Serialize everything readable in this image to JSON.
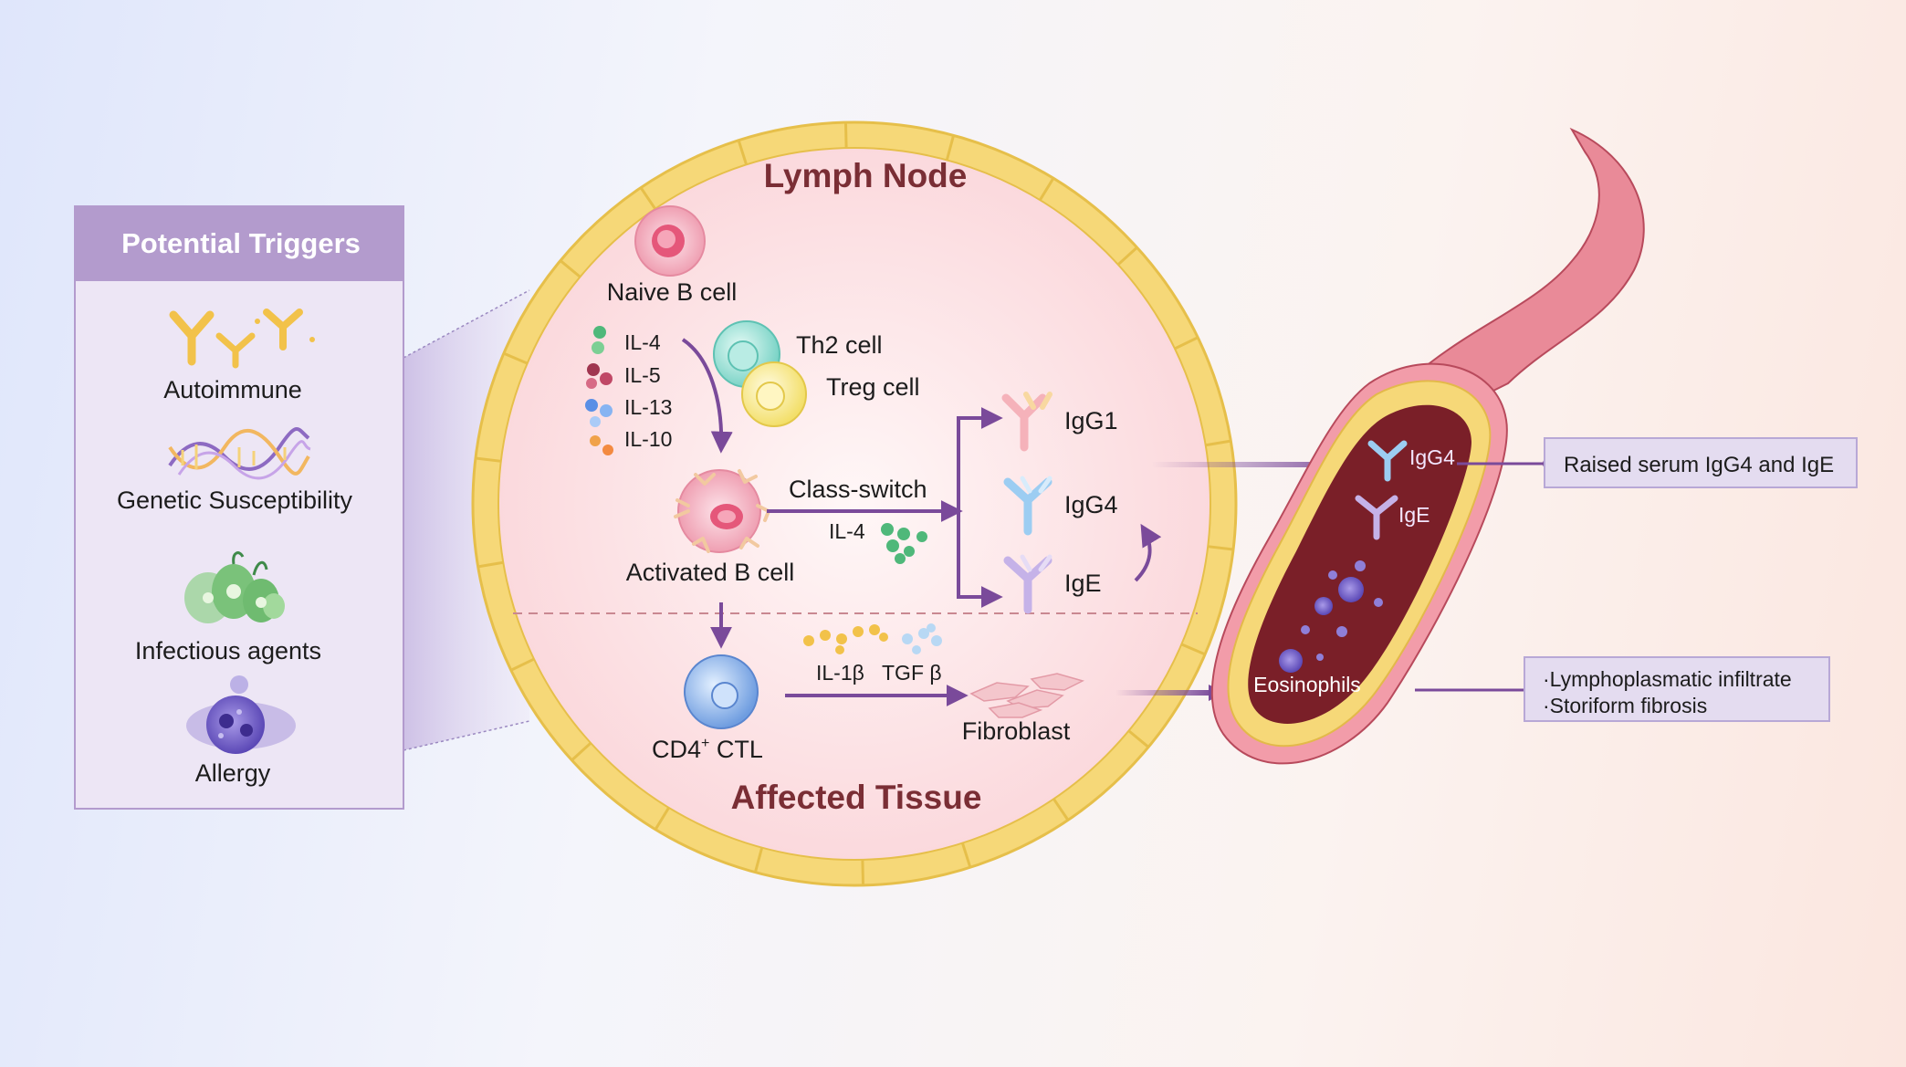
{
  "triggers": {
    "title": "Potential Triggers",
    "items": [
      "Autoimmune",
      "Genetic Susceptibility",
      "Infectious agents",
      "Allergy"
    ]
  },
  "lymph_node": {
    "title": "Lymph Node",
    "bottom_title": "Affected Tissue",
    "naive_b": "Naive B cell",
    "th2": "Th2 cell",
    "treg": "Treg cell",
    "cytokines": [
      "IL-4",
      "IL-5",
      "IL-13",
      "IL-10"
    ],
    "activated_b": "Activated B cell",
    "class_switch": "Class-switch",
    "il4": "IL-4",
    "antibodies": [
      "IgG1",
      "IgG4",
      "IgE"
    ],
    "cd4_base": "CD4",
    "cd4_sup": "+",
    "cd4_rest": " CTL",
    "il1b": "IL-1β",
    "tgfb": "TGF β",
    "fibroblast": "Fibroblast"
  },
  "vessel": {
    "igg4": "IgG4",
    "ige": "IgE",
    "eosinophils": "Eosinophils"
  },
  "outcomes": {
    "serum": "Raised serum IgG4 and IgE",
    "tissue_1": "·Lymphoplasmatic infiltrate",
    "tissue_2": "·Storiform fibrosis"
  },
  "colors": {
    "panel_header": "#b39bcd",
    "panel_bg": "#ede6f5",
    "arrow": "#7a4a9a",
    "node_fill": "#fde6e8",
    "node_border": "#f6d878",
    "title_text": "#7a2e35",
    "vessel_lumen": "#7a1f28",
    "vessel_wall": "#f09aa6"
  }
}
